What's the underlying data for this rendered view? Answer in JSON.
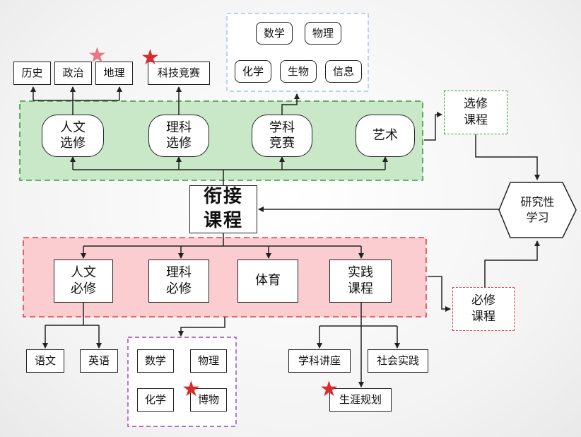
{
  "center": {
    "line1": "衔接",
    "line2": "课程"
  },
  "research": {
    "line1": "研究性",
    "line2": "学习"
  },
  "elective_label": {
    "line1": "选修",
    "line2": "课程"
  },
  "required_label": {
    "line1": "必修",
    "line2": "课程"
  },
  "elective": {
    "humanities": {
      "line1": "人文",
      "line2": "选修",
      "subjects": [
        "历史",
        "政治",
        "地理"
      ]
    },
    "science": {
      "line1": "理科",
      "line2": "选修",
      "subject": "科技竞赛"
    },
    "competition": {
      "line1": "学科",
      "line2": "竞赛",
      "subjects": [
        "数学",
        "物理",
        "化学",
        "生物",
        "信息"
      ]
    },
    "art": {
      "label": "艺术"
    }
  },
  "required": {
    "humanities": {
      "line1": "人文",
      "line2": "必修",
      "subjects": [
        "语文",
        "英语"
      ]
    },
    "science": {
      "line1": "理科",
      "line2": "必修",
      "subjects": [
        "数学",
        "物理",
        "化学",
        "博物"
      ]
    },
    "pe": {
      "label": "体育"
    },
    "practice": {
      "line1": "实践",
      "line2": "课程",
      "subjects": [
        "学科讲座",
        "社会实践",
        "生涯规划"
      ]
    }
  },
  "colors": {
    "elective_region_fill": "#c9e8c8",
    "elective_region_border": "#3a9a3a",
    "required_region_fill": "#fbcdd0",
    "required_region_border": "#e04545",
    "competition_region_border": "#9cc7ef",
    "science_required_region_border": "#a23fbf",
    "star": "#d92b2b",
    "star_faded": "#e8787f"
  },
  "icons": {
    "star": "star-icon"
  }
}
